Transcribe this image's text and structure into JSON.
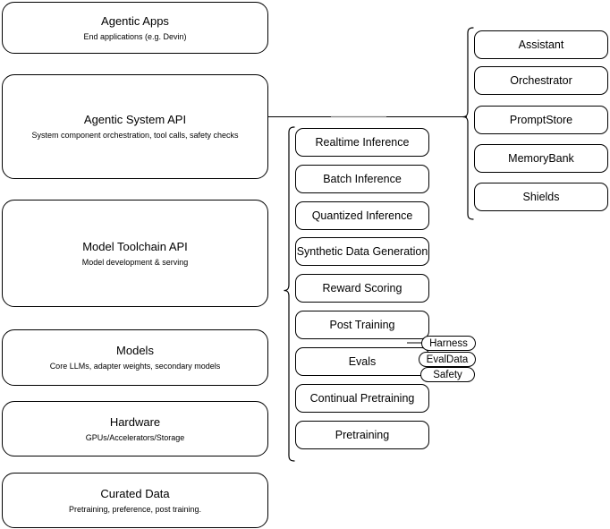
{
  "diagram": {
    "title": "AI stack layered architecture diagram",
    "stroke_color": "#000000",
    "background_color": "#ffffff",
    "connector_color": "#000000",
    "connector_accent_color": "#808080"
  },
  "layers": [
    {
      "id": "agentic-apps",
      "title": "Agentic Apps",
      "subtitle": "End applications (e.g. Devin)"
    },
    {
      "id": "agentic-system-api",
      "title": "Agentic System API",
      "subtitle": "System component orchestration, tool calls, safety checks"
    },
    {
      "id": "model-toolchain-api",
      "title": "Model Toolchain API",
      "subtitle": "Model development & serving"
    },
    {
      "id": "models",
      "title": "Models",
      "subtitle": "Core LLMs, adapter weights, secondary models"
    },
    {
      "id": "hardware",
      "title": "Hardware",
      "subtitle": "GPUs/Accelerators/Storage"
    },
    {
      "id": "curated-data",
      "title": "Curated Data",
      "subtitle": "Pretraining, preference, post training."
    }
  ],
  "toolchain_items": [
    {
      "id": "realtime-inference",
      "label": "Realtime Inference"
    },
    {
      "id": "batch-inference",
      "label": "Batch Inference"
    },
    {
      "id": "quantized-inference",
      "label": "Quantized Inference"
    },
    {
      "id": "synthetic-data-generation",
      "label": "Synthetic Data Generation"
    },
    {
      "id": "reward-scoring",
      "label": "Reward Scoring"
    },
    {
      "id": "post-training",
      "label": "Post Training"
    },
    {
      "id": "evals",
      "label": "Evals"
    },
    {
      "id": "continual-pretraining",
      "label": "Continual Pretraining"
    },
    {
      "id": "pretraining",
      "label": "Pretraining"
    }
  ],
  "agentic_system_items": [
    {
      "id": "assistant",
      "label": "Assistant"
    },
    {
      "id": "orchestrator",
      "label": "Orchestrator"
    },
    {
      "id": "promptstore",
      "label": "PromptStore"
    },
    {
      "id": "memorybank",
      "label": "MemoryBank"
    },
    {
      "id": "shields",
      "label": "Shields"
    }
  ],
  "evals_tags": [
    {
      "id": "harness",
      "label": "Harness"
    },
    {
      "id": "evaldata",
      "label": "EvalData"
    },
    {
      "id": "safety",
      "label": "Safety"
    }
  ]
}
